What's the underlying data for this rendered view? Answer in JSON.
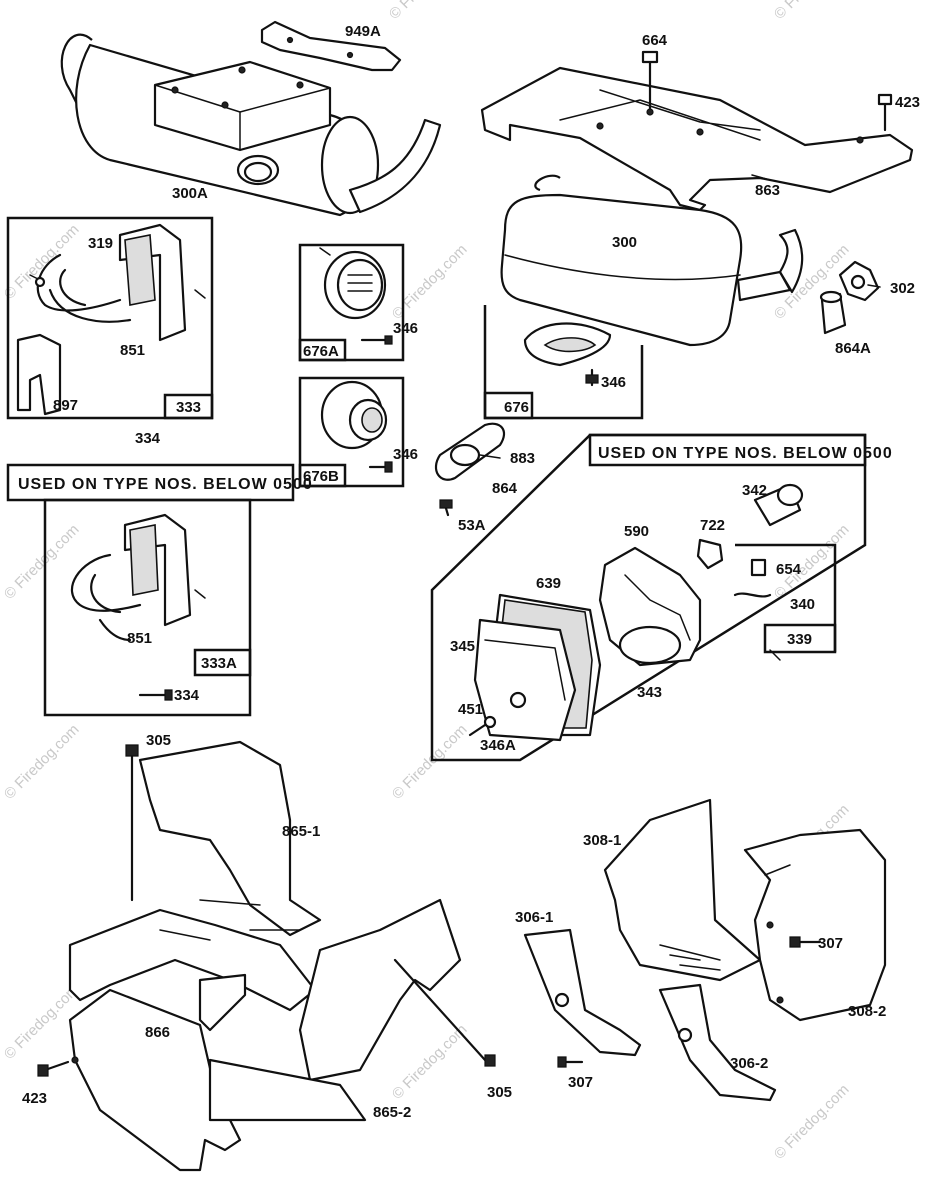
{
  "watermark": "© Firedog.com",
  "notes": {
    "note_a": "USED ON TYPE NOS. BELOW 0500",
    "note_b": "USED ON TYPE NOS. BELOW 0500"
  },
  "labels": {
    "l949A": "949A",
    "l664": "664",
    "l423a": "423",
    "l300A": "300A",
    "l863": "863",
    "l300": "300",
    "l302": "302",
    "l864A": "864A",
    "l319": "319",
    "l851a": "851",
    "l897": "897",
    "l333": "333",
    "l334a": "334",
    "l346a": "346",
    "l676A": "676A",
    "l346b": "346",
    "l676": "676",
    "l346c": "346",
    "l676B": "676B",
    "l883": "883",
    "l864": "864",
    "l53A": "53A",
    "l851b": "851",
    "l333A": "333A",
    "l334b": "334",
    "l342": "342",
    "l590": "590",
    "l722": "722",
    "l639": "639",
    "l654": "654",
    "l340": "340",
    "l339": "339",
    "l345": "345",
    "l343": "343",
    "l451": "451",
    "l346A": "346A",
    "l305a": "305",
    "l865_1": "865-1",
    "l866": "866",
    "l423b": "423",
    "l305b": "305",
    "l865_2": "865-2",
    "l308_1": "308-1",
    "l306_1": "306-1",
    "l307a": "307",
    "l307b": "307",
    "l308_2": "308-2",
    "l306_2": "306-2"
  }
}
